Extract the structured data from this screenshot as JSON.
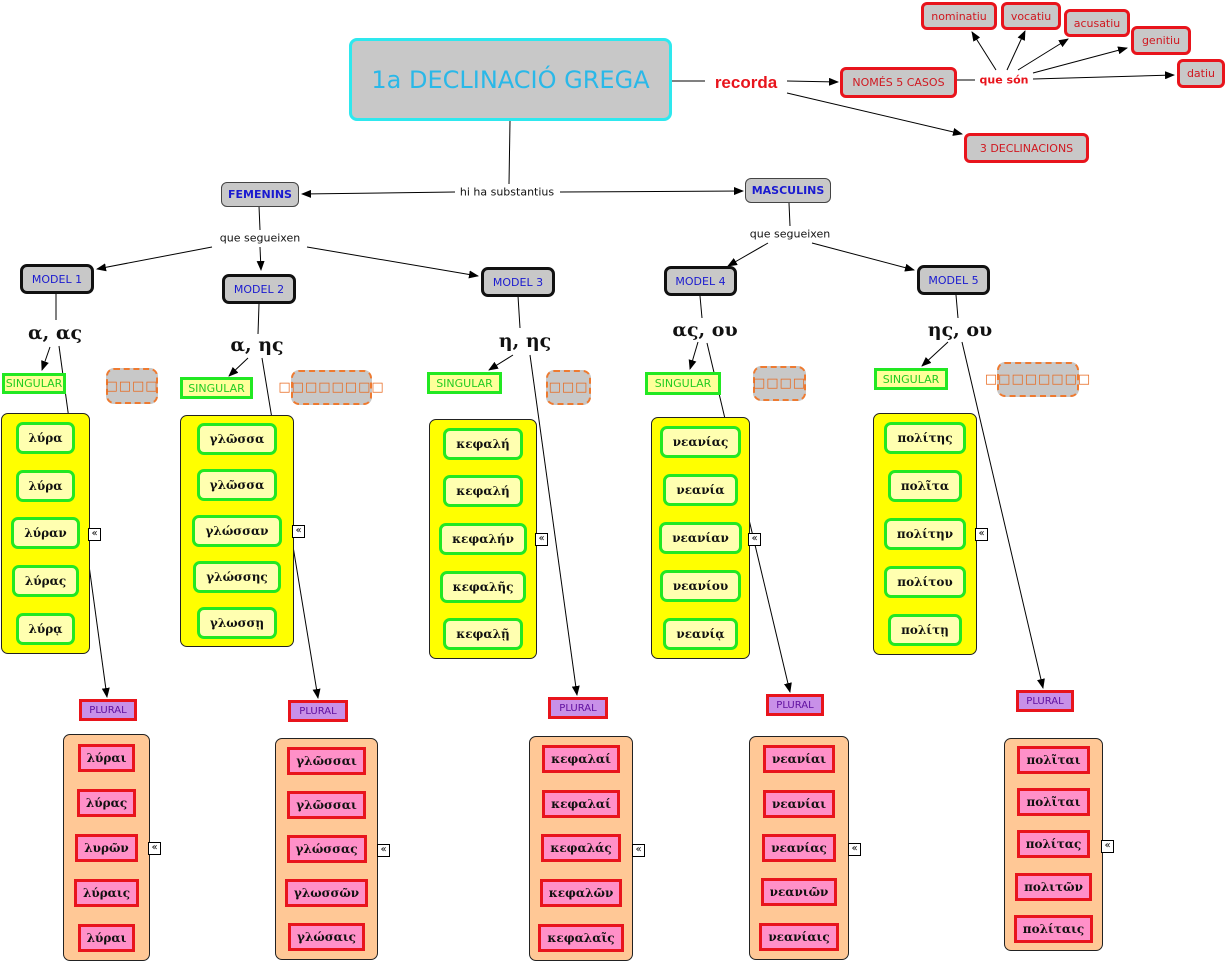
{
  "title": "1a DECLINACIÓ GREGA",
  "links": {
    "recorda": "recorda",
    "que_son": "que són",
    "hi_ha": "hi ha substantius",
    "que_segueixen_f": "que segueixen",
    "que_segueixen_m": "que segueixen"
  },
  "remember": {
    "cases_count": "NOMÉS 5 CASOS",
    "declensions": "3 DECLINACIONS",
    "cases": [
      "nominatiu",
      "vocatiu",
      "acusatiu",
      "genitiu",
      "datiu"
    ]
  },
  "genders": {
    "fem": "FEMENINS",
    "masc": "MASCULINS"
  },
  "colors": {
    "title_border": "#2ee8ee",
    "red": "#e8141c",
    "green": "#22e822",
    "yellow": "#ffff00",
    "peach": "#ffc896",
    "pink": "#ff90c8"
  },
  "expand_icon": "«",
  "models": [
    {
      "name": "MODEL 1",
      "ending": "α, ας",
      "singular_label": "SINGULAR",
      "plural_label": "PLURAL",
      "note": "□□□□",
      "singular": [
        "λύρα",
        "λύρα",
        "λύραν",
        "λύρας",
        "λύρᾳ"
      ],
      "plural": [
        "λύραι",
        "λύρας",
        "λυρῶν",
        "λύραις",
        "λύραι"
      ]
    },
    {
      "name": "MODEL 2",
      "ending": "α, ης",
      "singular_label": "SINGULAR",
      "plural_label": "PLURAL",
      "note": "□□□□□□□□",
      "singular": [
        "γλῶσσα",
        "γλῶσσα",
        "γλώσσαν",
        "γλώσσης",
        "γλωσσῃ"
      ],
      "plural": [
        "γλῶσσαι",
        "γλῶσσαι",
        "γλώσσας",
        "γλωσσῶν",
        "γλώσαις"
      ]
    },
    {
      "name": "MODEL 3",
      "ending": "η, ης",
      "singular_label": "SINGULAR",
      "plural_label": "PLURAL",
      "note": "□□□",
      "singular": [
        "κεφαλή",
        "κεφαλή",
        "κεφαλήν",
        "κεφαλῆς",
        "κεφαλῇ"
      ],
      "plural": [
        "κεφαλαί",
        "κεφαλαί",
        "κεφαλάς",
        "κεφαλῶν",
        "κεφαλαῖς"
      ]
    },
    {
      "name": "MODEL 4",
      "ending": "ας, ου",
      "singular_label": "SINGULAR",
      "plural_label": "PLURAL",
      "note": "□□□□",
      "singular": [
        "νεανίας",
        "νεανία",
        "νεανίαν",
        "νεανίου",
        "νεανίᾳ"
      ],
      "plural": [
        "νεανίαι",
        "νεανίαι",
        "νεανίας",
        "νεανιῶν",
        "νεανίαις"
      ]
    },
    {
      "name": "MODEL 5",
      "ending": "ης, ου",
      "singular_label": "SINGULAR",
      "plural_label": "PLURAL",
      "note": "□□□□□□□□",
      "singular": [
        "πολίτης",
        "πολῖτα",
        "πολίτην",
        "πολίτου",
        "πολίτῃ"
      ],
      "plural": [
        "πολῖται",
        "πολῖται",
        "πολίτας",
        "πολιτῶν",
        "πολίταις"
      ]
    }
  ]
}
